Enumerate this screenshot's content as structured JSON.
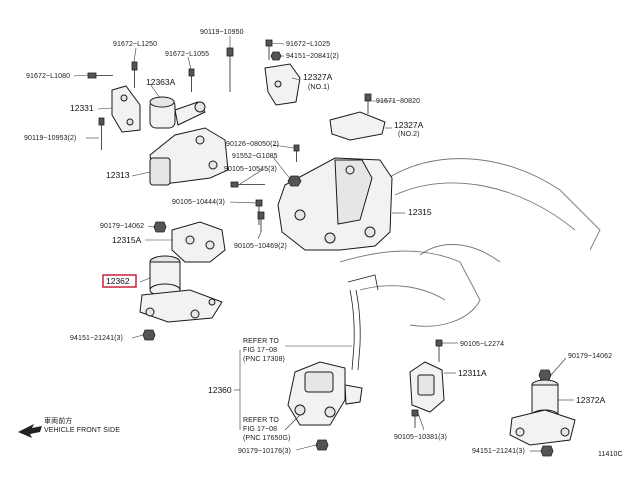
{
  "callouts": [
    {
      "id": "c1",
      "text": "91672−L1250"
    },
    {
      "id": "c2",
      "text": "90119−10950"
    },
    {
      "id": "c3",
      "text": "91672−L1025"
    },
    {
      "id": "c4",
      "text": "94151−20841(2)"
    },
    {
      "id": "c5",
      "text": "91672−L1055"
    },
    {
      "id": "c6",
      "text": "12363A"
    },
    {
      "id": "c7",
      "text": "12327A"
    },
    {
      "id": "c8",
      "text": "(NO.1)"
    },
    {
      "id": "c9",
      "text": "91672−L1080"
    },
    {
      "id": "c10",
      "text": "91671−80820"
    },
    {
      "id": "c11",
      "text": "12331"
    },
    {
      "id": "c12",
      "text": "12327A"
    },
    {
      "id": "c13",
      "text": "(NO.2)"
    },
    {
      "id": "c14",
      "text": "90119−10953(2)"
    },
    {
      "id": "c15",
      "text": "90126−08050(2)"
    },
    {
      "id": "c16",
      "text": "91552−G1085"
    },
    {
      "id": "c17",
      "text": "12313"
    },
    {
      "id": "c18",
      "text": "90105−10545(3)"
    },
    {
      "id": "c19",
      "text": "90105−10444(3)"
    },
    {
      "id": "c20",
      "text": "12315"
    },
    {
      "id": "c21",
      "text": "90179−14062"
    },
    {
      "id": "c22",
      "text": "12315A"
    },
    {
      "id": "c23",
      "text": "90105−10469(2)"
    },
    {
      "id": "c24",
      "text": "12362"
    },
    {
      "id": "c25",
      "text": "94151−21241(3)"
    },
    {
      "id": "c26",
      "text": "REFER TO"
    },
    {
      "id": "c27",
      "text": "FIG 17−08"
    },
    {
      "id": "c28",
      "text": "(PNC 17308)"
    },
    {
      "id": "c29",
      "text": "90105−L2274"
    },
    {
      "id": "c30",
      "text": "12360"
    },
    {
      "id": "c31",
      "text": "12311A"
    },
    {
      "id": "c32",
      "text": "90179−14062"
    },
    {
      "id": "c33",
      "text": "12372A"
    },
    {
      "id": "c34",
      "text": "REFER TO"
    },
    {
      "id": "c35",
      "text": "FIG 17−08"
    },
    {
      "id": "c36",
      "text": "(PNC 17650G)"
    },
    {
      "id": "c37",
      "text": "90105−10381(3)"
    },
    {
      "id": "c38",
      "text": "90179−10176(3)"
    },
    {
      "id": "c39",
      "text": "94151−21241(3)"
    }
  ],
  "legend": {
    "jp_text": "車両前方",
    "en_text": "VEHICLE FRONT SIDE"
  },
  "figure_code": "11410C",
  "highlight_color": "#c8102e"
}
